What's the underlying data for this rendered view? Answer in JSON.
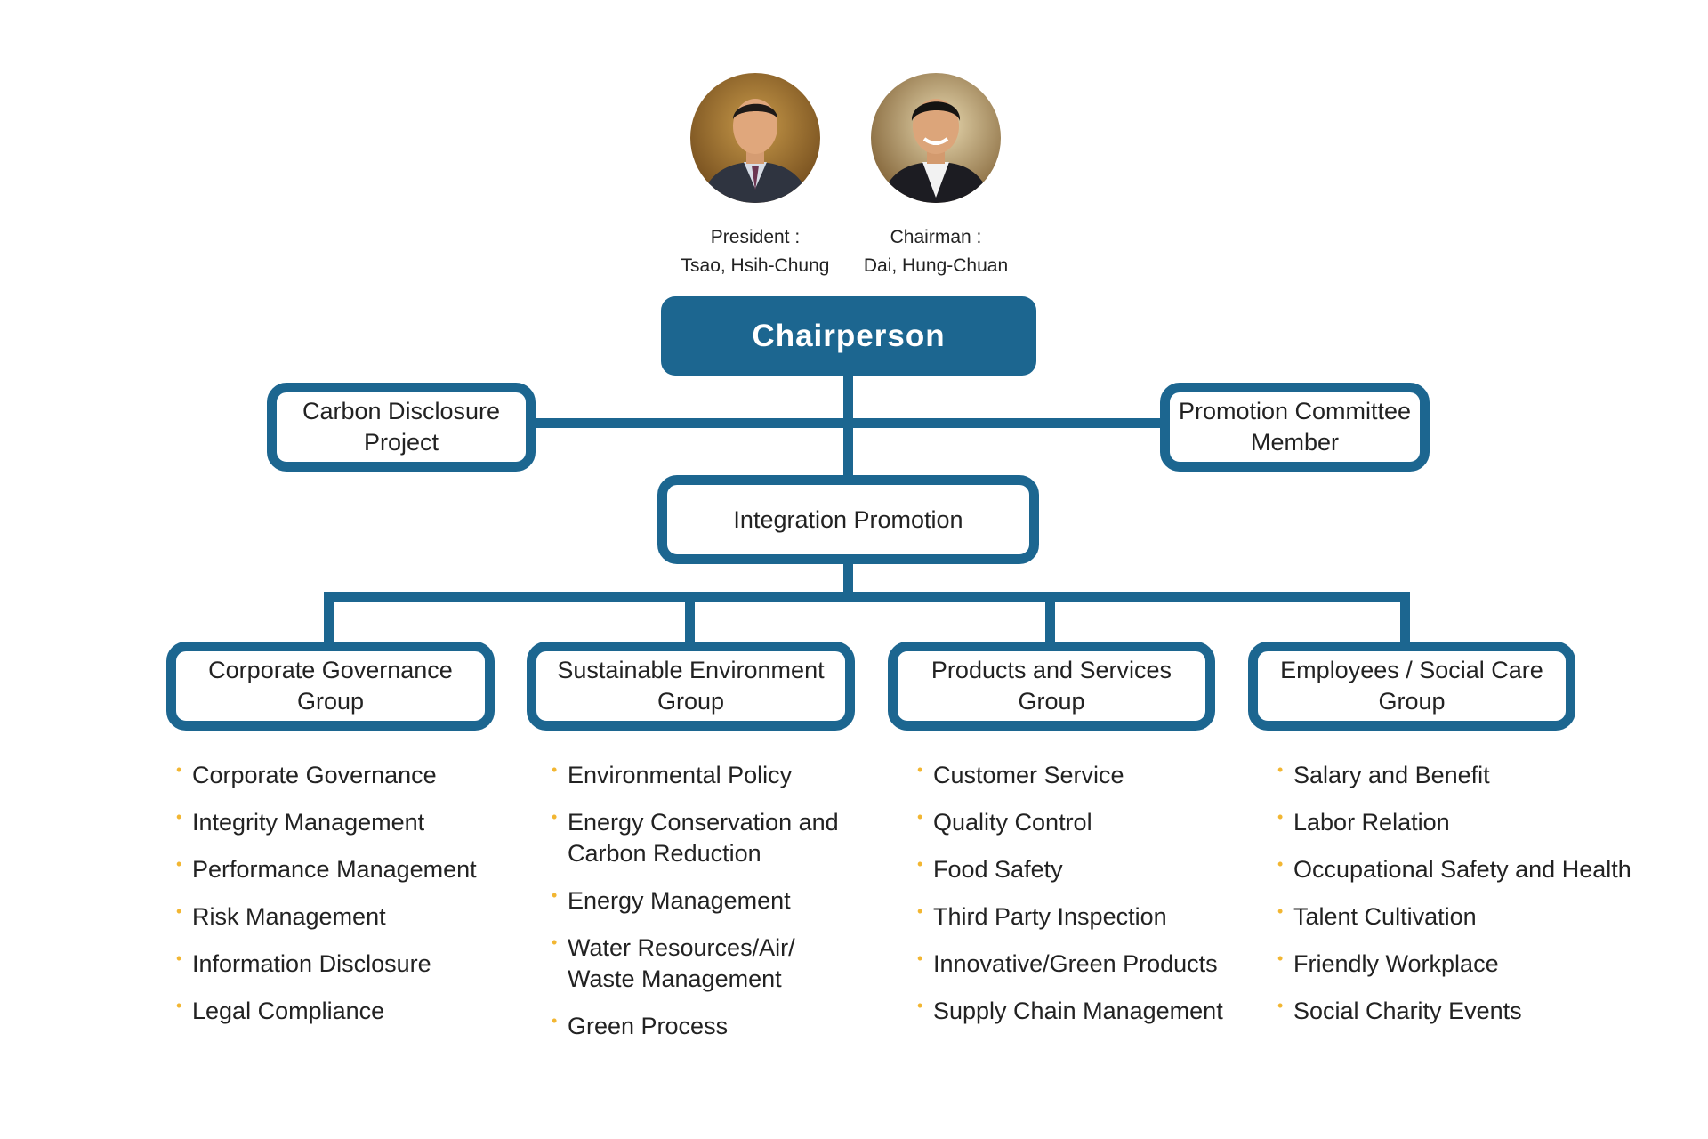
{
  "colors": {
    "box_border": "#1c6690",
    "chair_fill": "#1c6690",
    "bullet": "#f2b632",
    "text": "#222222"
  },
  "people": [
    {
      "role": "President :",
      "name": "Tsao, Hsih-Chung",
      "icon": "portrait-president-icon"
    },
    {
      "role": "Chairman :",
      "name": "Dai, Hung-Chuan",
      "icon": "portrait-chairman-icon"
    }
  ],
  "chairperson": "Chairperson",
  "side_boxes": {
    "left": "Carbon Disclosure Project",
    "right": "Promotion Committee Member"
  },
  "integration": "Integration Promotion",
  "groups": [
    {
      "title": "Corporate Governance Group",
      "items": [
        "Corporate Governance",
        "Integrity Management",
        "Performance Management",
        "Risk Management",
        "Information Disclosure",
        "Legal Compliance"
      ]
    },
    {
      "title": "Sustainable Environment Group",
      "items": [
        "Environmental Policy",
        "Energy Conservation and Carbon Reduction",
        "Energy Management",
        "Water Resources/Air/ Waste Management",
        "Green Process"
      ]
    },
    {
      "title": "Products and Services Group",
      "items": [
        "Customer Service",
        "Quality Control",
        "Food Safety",
        "Third Party Inspection",
        "Innovative/Green Products",
        "Supply Chain Management"
      ]
    },
    {
      "title": "Employees / Social Care Group",
      "items": [
        "Salary and Benefit",
        "Labor Relation",
        "Occupational Safety and Health",
        "Talent Cultivation",
        "Friendly Workplace",
        "Social Charity Events"
      ]
    }
  ]
}
